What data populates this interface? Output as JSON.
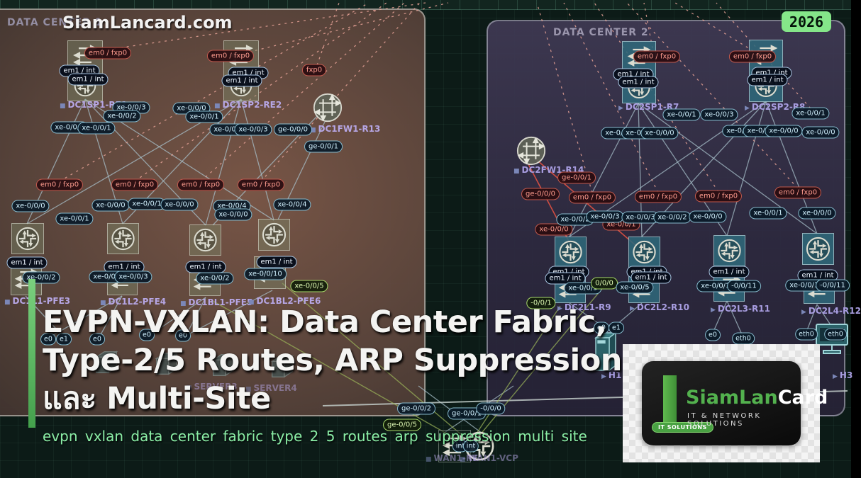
{
  "header": {
    "watermark": "SiamLancard.com",
    "badge": "2026"
  },
  "panels": {
    "dc1": "DATA CENTER 1",
    "dc2": "DATA CENTER 2"
  },
  "title": {
    "lines": [
      "EVPN-VXLAN: Data Center Fabric,",
      "Type-2/5 Routes, ARP Suppression",
      "และ Multi-Site"
    ],
    "subtitle": "evpn vxlan data center fabric type 2 5 routes arp suppression multi site"
  },
  "logo": {
    "brand_green": "SiamLan",
    "brand_white": "Card",
    "tagline": "IT & NETWORK SOLUTIONS",
    "ribbon": "IT SOLUTIONS"
  },
  "colors": {
    "badge_bg": "#85e689",
    "title": "#f4f4f2",
    "subtitle_green": "#8beea6",
    "dc1_panel": "#6b5148",
    "dc2_panel": "#2e2a40",
    "link_light": "#a9c2cc",
    "link_red": "#d94f42",
    "link_olive": "#9cb659",
    "mgmt_dash": "#e6a296",
    "accent_bar": "#5cb85f"
  },
  "diagram": {
    "nodes": [
      [
        "stack",
        95,
        57,
        50,
        86,
        "olive",
        0
      ],
      [
        "stack",
        315,
        57,
        50,
        86,
        "olive",
        0
      ],
      [
        "fw",
        441,
        131,
        42,
        42,
        "gray",
        0
      ],
      [
        "sqj",
        16,
        315,
        46,
        44,
        "olive",
        0
      ],
      [
        "sqa",
        15,
        372,
        44,
        45,
        "olive",
        0
      ],
      [
        "sqj",
        151,
        315,
        45,
        44,
        "olive",
        0
      ],
      [
        "sqa",
        151,
        372,
        43,
        45,
        "olive",
        0
      ],
      [
        "sqj",
        267,
        317,
        45,
        44,
        "olive",
        0
      ],
      [
        "sqa",
        267,
        374,
        44,
        44,
        "olive",
        0
      ],
      [
        "sqj",
        364,
        309,
        45,
        45,
        "olive",
        0
      ],
      [
        "sqa",
        358,
        362,
        45,
        46,
        "olive",
        0
      ],
      [
        "cube",
        128,
        490,
        42,
        42,
        "teal",
        1
      ],
      [
        "cube",
        213,
        492,
        42,
        42,
        "teal",
        1
      ],
      [
        "cube",
        293,
        494,
        42,
        42,
        "teal",
        1
      ],
      [
        "cube",
        376,
        496,
        42,
        42,
        "teal",
        1
      ],
      [
        "sqa",
        618,
        607,
        46,
        46,
        "dark",
        0
      ],
      [
        "cj",
        652,
        606,
        48,
        48,
        "dark",
        0
      ],
      [
        "stack",
        877,
        58,
        48,
        88,
        "teal",
        0
      ],
      [
        "stack",
        1056,
        56,
        48,
        88,
        "teal",
        0
      ],
      [
        "fw",
        728,
        192,
        42,
        42,
        "gray",
        0
      ],
      [
        "sqj",
        782,
        334,
        45,
        44,
        "teal",
        0
      ],
      [
        "sqa",
        782,
        386,
        44,
        42,
        "teal",
        0
      ],
      [
        "sqj",
        886,
        334,
        45,
        44,
        "teal",
        0
      ],
      [
        "sqa",
        886,
        386,
        44,
        42,
        "teal",
        0
      ],
      [
        "sqj",
        1006,
        332,
        45,
        44,
        "teal",
        0
      ],
      [
        "sqa",
        1006,
        384,
        44,
        42,
        "teal",
        0
      ],
      [
        "sqj",
        1131,
        329,
        45,
        45,
        "teal",
        0
      ],
      [
        "sqa",
        1133,
        384,
        44,
        45,
        "teal",
        0
      ],
      [
        "tower",
        836,
        466,
        36,
        60,
        "teal",
        0
      ],
      [
        "pc",
        1146,
        452,
        54,
        52,
        "teal",
        0
      ]
    ],
    "node_labels": [
      [
        "DC1SP1-RE1",
        84,
        141,
        "■",
        1,
        0
      ],
      [
        "DC1SP2-RE2",
        302,
        141,
        "■",
        1,
        0
      ],
      [
        "DC1FW1-R13",
        437,
        175,
        "■",
        1,
        0
      ],
      [
        "DC1L1-PFE3",
        6,
        418,
        "■",
        1,
        0
      ],
      [
        "DC1L2-PFE4",
        141,
        419,
        "■",
        1,
        0
      ],
      [
        "DC1BL1-PFE5",
        254,
        420,
        "■",
        1,
        0
      ],
      [
        "DC1BL2-PFE6",
        350,
        418,
        "■",
        1,
        0
      ],
      [
        "SERVER3",
        262,
        539,
        "■",
        1,
        1
      ],
      [
        "SERVER4",
        346,
        541,
        "■",
        1,
        1
      ],
      [
        "WAN1-RE",
        600,
        640,
        "■",
        1,
        1
      ],
      [
        "WAN1-VCP",
        648,
        640,
        "■",
        1,
        1
      ],
      [
        "DC2SP1-R7",
        872,
        144,
        "▶",
        2,
        0
      ],
      [
        "DC2SP2-R8",
        1050,
        144,
        "▶",
        2,
        0
      ],
      [
        "DC2FW1-R14",
        724,
        233,
        "■",
        2,
        0
      ],
      [
        "DC2L1-R9",
        786,
        427,
        "▶",
        2,
        0
      ],
      [
        "DC2L2-R10",
        888,
        427,
        "▶",
        2,
        0
      ],
      [
        "DC2L3-R11",
        1002,
        429,
        "▶",
        2,
        0
      ],
      [
        "DC2L4-R12",
        1130,
        432,
        "▶",
        2,
        0
      ],
      [
        "H1",
        848,
        523,
        "▶",
        2,
        0
      ],
      [
        "H3",
        1174,
        523,
        "▶",
        2,
        0
      ]
    ],
    "ports": [
      [
        "em0 / fxp0",
        152,
        75,
        "r"
      ],
      [
        "em1 / int",
        112,
        100,
        "n"
      ],
      [
        "em1 / int",
        124,
        112,
        "n"
      ],
      [
        "em0 / fxp0",
        325,
        79,
        "r"
      ],
      [
        "em1 / int",
        350,
        103,
        "n"
      ],
      [
        "em1 / int",
        341,
        114,
        "n"
      ],
      [
        "fxp0",
        443,
        99,
        "r"
      ],
      [
        "xe-0/0/3",
        185,
        152,
        "t"
      ],
      [
        "xe-0/0/2",
        172,
        164,
        "t"
      ],
      [
        "xe-0/0/0",
        98,
        180,
        "t"
      ],
      [
        "xe-0/0/1",
        136,
        181,
        "t"
      ],
      [
        "xe-0/0/0",
        270,
        153,
        "t"
      ],
      [
        "xe-0/0/1",
        288,
        165,
        "t"
      ],
      [
        "xe-0/0/1",
        322,
        183,
        "t"
      ],
      [
        "xe-0/0/3",
        357,
        183,
        "t"
      ],
      [
        "ge-0/0/0",
        413,
        183,
        "t"
      ],
      [
        "ge-0/0/1",
        456,
        207,
        "t"
      ],
      [
        "em0 / fxp0",
        84,
        261,
        "r"
      ],
      [
        "em0 / fxp0",
        190,
        261,
        "r"
      ],
      [
        "em0 / fxp0",
        283,
        261,
        "r"
      ],
      [
        "em0 / fxp0",
        368,
        261,
        "r"
      ],
      [
        "xe-0/0/0",
        43,
        291,
        "t"
      ],
      [
        "xe-0/0/1",
        105,
        309,
        "t"
      ],
      [
        "xe-0/0/0",
        156,
        290,
        "t"
      ],
      [
        "xe-0/0/1",
        207,
        288,
        "t"
      ],
      [
        "xe-0/0/0",
        253,
        289,
        "t"
      ],
      [
        "xe-0/0/4",
        327,
        291,
        "t"
      ],
      [
        "xe-0/0/0",
        329,
        303,
        "t"
      ],
      [
        "xe-0/0/4",
        412,
        289,
        "t"
      ],
      [
        "em1 / int",
        38,
        371,
        "n"
      ],
      [
        "xe-0/0/2",
        58,
        392,
        "t"
      ],
      [
        "em1 / int",
        175,
        377,
        "n"
      ],
      [
        "xe-0/0/2",
        152,
        391,
        "t"
      ],
      [
        "xe-0/0/3",
        188,
        391,
        "t"
      ],
      [
        "em1 / int",
        290,
        377,
        "n"
      ],
      [
        "xe-0/0/2",
        303,
        393,
        "t"
      ],
      [
        "em1 / int",
        390,
        370,
        "n"
      ],
      [
        "xe-0/0/10",
        374,
        387,
        "t"
      ],
      [
        "xe-0/0/5",
        436,
        404,
        "g"
      ],
      [
        "e0",
        68,
        479,
        "p"
      ],
      [
        "e1",
        90,
        479,
        "p"
      ],
      [
        "e0",
        137,
        479,
        "p"
      ],
      [
        "e0",
        207,
        473,
        "p"
      ],
      [
        "e0",
        258,
        474,
        "p"
      ],
      [
        "ge-0/0/2",
        587,
        577,
        "t"
      ],
      [
        "ge-0/0/1",
        658,
        584,
        "t"
      ],
      [
        "-0/0/0",
        692,
        577,
        "t"
      ],
      [
        "ge-0/0/5",
        567,
        600,
        "g"
      ],
      [
        "int",
        649,
        630,
        "p"
      ],
      [
        "int",
        664,
        630,
        "p"
      ],
      [
        "em0 / fxp0",
        926,
        80,
        "r"
      ],
      [
        "em1 / int",
        893,
        105,
        "n"
      ],
      [
        "em1 / int",
        900,
        116,
        "n"
      ],
      [
        "em0 / fxp0",
        1061,
        80,
        "r"
      ],
      [
        "em1 / int",
        1088,
        103,
        "n"
      ],
      [
        "em1 / int",
        1082,
        113,
        "n"
      ],
      [
        "xe-0/0/1",
        961,
        162,
        "t"
      ],
      [
        "xe-0/0/3",
        1014,
        162,
        "t"
      ],
      [
        "xe-0/0",
        869,
        188,
        "t"
      ],
      [
        "xe-0/0",
        898,
        188,
        "t"
      ],
      [
        "xe-0/0/0",
        930,
        188,
        "t"
      ],
      [
        "xe-0/0",
        1040,
        185,
        "t"
      ],
      [
        "xe-0/0/",
        1071,
        185,
        "t"
      ],
      [
        "xe-0/0/0",
        1105,
        185,
        "t"
      ],
      [
        "xe-0/0/1",
        1143,
        160,
        "t"
      ],
      [
        "xe-0/0/0",
        1157,
        187,
        "t"
      ],
      [
        "ge-0/0/1",
        813,
        251,
        "r"
      ],
      [
        "ge-0/0/0",
        762,
        274,
        "r"
      ],
      [
        "xe-0/0/0",
        781,
        324,
        "r"
      ],
      [
        "xe-0/0/1",
        876,
        317,
        "r"
      ],
      [
        "em0 / fxp0",
        835,
        279,
        "r"
      ],
      [
        "em0 / fxp0",
        928,
        278,
        "r"
      ],
      [
        "em0 / fxp0",
        1013,
        277,
        "r"
      ],
      [
        "em0 / fxp0",
        1125,
        272,
        "r"
      ],
      [
        "xe-0/0/2",
        811,
        310,
        "t"
      ],
      [
        "xe-0/0/3",
        853,
        306,
        "t"
      ],
      [
        "xe-0/0/3",
        903,
        307,
        "t"
      ],
      [
        "xe-0/0/2",
        948,
        307,
        "t"
      ],
      [
        "xe-0/0/0",
        998,
        306,
        "t"
      ],
      [
        "xe-0/0/1",
        1083,
        301,
        "t"
      ],
      [
        "xe-0/0/0",
        1152,
        301,
        "t"
      ],
      [
        "em1 / int",
        802,
        384,
        "n"
      ],
      [
        "em1 / int",
        797,
        393,
        "n"
      ],
      [
        "xe-0/0/5",
        822,
        407,
        "t"
      ],
      [
        "0/0/0",
        852,
        400,
        "g"
      ],
      [
        "-0/0/1",
        763,
        428,
        "g"
      ],
      [
        "em1 / int",
        912,
        384,
        "n"
      ],
      [
        "em1 / int",
        918,
        392,
        "n"
      ],
      [
        "xe-0/0/5",
        895,
        406,
        "t"
      ],
      [
        "em1 / int",
        1028,
        384,
        "n"
      ],
      [
        "xe-0/0/10",
        1012,
        404,
        "t"
      ],
      [
        "-0/0/11",
        1049,
        404,
        "t"
      ],
      [
        "em1 / int",
        1153,
        389,
        "n"
      ],
      [
        "xe-0/0/10",
        1137,
        403,
        "t"
      ],
      [
        "-0/0/11",
        1174,
        403,
        "t"
      ],
      [
        "e0",
        848,
        463,
        "p"
      ],
      [
        "e1",
        869,
        463,
        "p"
      ],
      [
        "e0",
        1005,
        473,
        "p"
      ],
      [
        "eth0",
        1048,
        478,
        "p"
      ],
      [
        "eth0",
        1137,
        472,
        "p"
      ],
      [
        "eth0",
        1178,
        472,
        "p"
      ]
    ],
    "links": [
      [
        120,
        140,
        38,
        316,
        "l"
      ],
      [
        120,
        140,
        173,
        316,
        "l"
      ],
      [
        120,
        140,
        290,
        318,
        "l"
      ],
      [
        120,
        140,
        386,
        311,
        "l"
      ],
      [
        340,
        140,
        38,
        316,
        "l"
      ],
      [
        340,
        140,
        173,
        316,
        "l"
      ],
      [
        340,
        140,
        290,
        318,
        "l"
      ],
      [
        340,
        140,
        386,
        311,
        "l"
      ],
      [
        448,
        163,
        300,
        318,
        "l"
      ],
      [
        458,
        172,
        392,
        310,
        "l"
      ],
      [
        36,
        418,
        90,
        476,
        "l"
      ],
      [
        172,
        418,
        70,
        476,
        "l"
      ],
      [
        172,
        418,
        140,
        476,
        "l"
      ],
      [
        290,
        420,
        210,
        474,
        "l"
      ],
      [
        290,
        420,
        262,
        474,
        "l"
      ],
      [
        384,
        410,
        262,
        474,
        "l"
      ],
      [
        590,
        545,
        680,
        612,
        "l"
      ],
      [
        724,
        545,
        625,
        612,
        "l"
      ],
      [
        900,
        146,
        803,
        334,
        "l"
      ],
      [
        900,
        146,
        905,
        334,
        "l"
      ],
      [
        900,
        146,
        1025,
        333,
        "l"
      ],
      [
        900,
        146,
        1152,
        330,
        "l"
      ],
      [
        1080,
        143,
        803,
        334,
        "l"
      ],
      [
        1080,
        143,
        905,
        334,
        "l"
      ],
      [
        1080,
        143,
        1025,
        333,
        "l"
      ],
      [
        1080,
        143,
        1152,
        330,
        "l"
      ],
      [
        803,
        428,
        846,
        458,
        "l"
      ],
      [
        905,
        428,
        870,
        458,
        "l"
      ],
      [
        1025,
        425,
        1006,
        468,
        "l"
      ],
      [
        1025,
        425,
        1046,
        472,
        "l"
      ],
      [
        1152,
        430,
        1176,
        466,
        "l"
      ],
      [
        1152,
        430,
        1138,
        466,
        "l"
      ],
      [
        1046,
        484,
        920,
        640,
        "l"
      ],
      [
        455,
        573,
        1195,
        552,
        "b"
      ],
      [
        300,
        425,
        638,
        617,
        "o"
      ],
      [
        398,
        400,
        652,
        615,
        "o"
      ],
      [
        672,
        612,
        790,
        432,
        "o"
      ],
      [
        676,
        615,
        862,
        392,
        "o"
      ],
      [
        745,
        232,
        806,
        348,
        "r"
      ],
      [
        757,
        226,
        898,
        348,
        "r"
      ],
      [
        84,
        256,
        520,
        4,
        "d"
      ],
      [
        190,
        256,
        545,
        4,
        "d"
      ],
      [
        283,
        256,
        570,
        4,
        "d"
      ],
      [
        368,
        256,
        592,
        4,
        "d"
      ],
      [
        152,
        70,
        600,
        4,
        "d"
      ],
      [
        325,
        80,
        632,
        4,
        "d"
      ],
      [
        447,
        92,
        478,
        4,
        "d"
      ],
      [
        835,
        272,
        757,
        4,
        "d"
      ],
      [
        928,
        272,
        795,
        4,
        "d"
      ],
      [
        1013,
        271,
        838,
        4,
        "d"
      ],
      [
        1125,
        266,
        884,
        4,
        "d"
      ],
      [
        920,
        68,
        908,
        4,
        "d"
      ],
      [
        1062,
        72,
        952,
        4,
        "d"
      ],
      [
        1143,
        153,
        1010,
        4,
        "d"
      ]
    ]
  }
}
